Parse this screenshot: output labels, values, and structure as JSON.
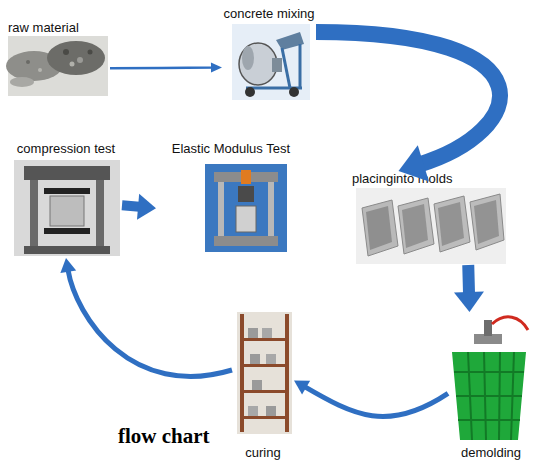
{
  "diagram": {
    "title": "flow chart",
    "nodes": [
      {
        "text": [
          "raw material"
        ]
      },
      {
        "text": [
          "concrete mixing"
        ]
      },
      {
        "text": [
          "placinginto molds"
        ]
      },
      {
        "text": [
          "demolding"
        ]
      },
      {
        "text": [
          "curing"
        ]
      },
      {
        "text": [
          "compression test"
        ]
      },
      {
        "text": [
          "Elastic Modulus Test"
        ]
      }
    ],
    "edges": [
      {
        "from": 0,
        "to": 1,
        "arrow": "to"
      },
      {
        "from": 1,
        "to": 2,
        "arrow": "to"
      },
      {
        "from": 2,
        "to": 3,
        "arrow": "to"
      },
      {
        "from": 3,
        "to": 4,
        "arrow": "to"
      },
      {
        "from": 4,
        "to": 5,
        "arrow": "to"
      },
      {
        "from": 5,
        "to": 6,
        "arrow": "to"
      }
    ]
  }
}
